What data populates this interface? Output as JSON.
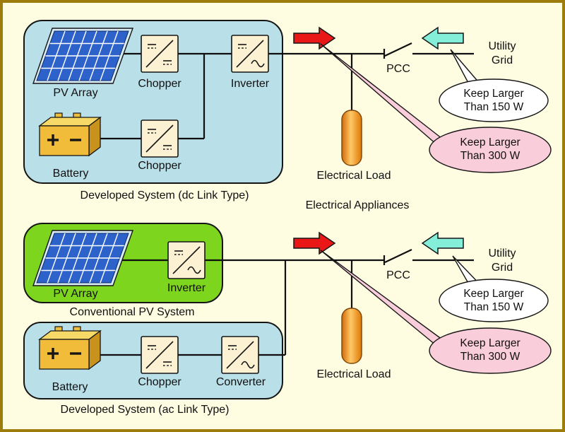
{
  "colors": {
    "bg": "#FEFCE1",
    "frame": "#9E7C0C",
    "box-blue": "#B9DFE8",
    "box-green": "#7DD51D",
    "component-cream": "#FCF1D2",
    "panel-blue": "#2E62CB",
    "battery-gold": "#F2BC3B",
    "arrow-red": "#EA1717",
    "arrow-cyan": "#85EED9",
    "load-orange": "#F09030",
    "bubble-pink": "#FACDDA",
    "bubble-white": "#FFFFFF"
  },
  "dc_system": {
    "title": "Developed System (dc Link Type)",
    "pv_array": "PV Array",
    "chopper_top": "Chopper",
    "inverter": "Inverter",
    "battery": "Battery",
    "chopper_bottom": "Chopper"
  },
  "conventional_system": {
    "title": "Conventional PV System",
    "pv_array": "PV Array",
    "inverter": "Inverter"
  },
  "ac_system": {
    "title": "Developed System (ac Link Type)",
    "battery": "Battery",
    "chopper": "Chopper",
    "converter": "Converter"
  },
  "top_bus": {
    "electrical_load": "Electrical Load",
    "pcc": "PCC",
    "utility_line1": "Utility",
    "utility_line2": "Grid",
    "bubble_white_line1": "Keep Larger",
    "bubble_white_line2": "Than 150 W",
    "bubble_pink_line1": "Keep Larger",
    "bubble_pink_line2": "Than 300 W"
  },
  "bottom_bus": {
    "electrical_load": "Electrical Load",
    "pcc": "PCC",
    "utility_line1": "Utility",
    "utility_line2": "Grid",
    "bubble_white_line1": "Keep Larger",
    "bubble_white_line2": "Than 150 W",
    "bubble_pink_line1": "Keep Larger",
    "bubble_pink_line2": "Than 300 W"
  },
  "appliances_label": "Electrical Appliances"
}
